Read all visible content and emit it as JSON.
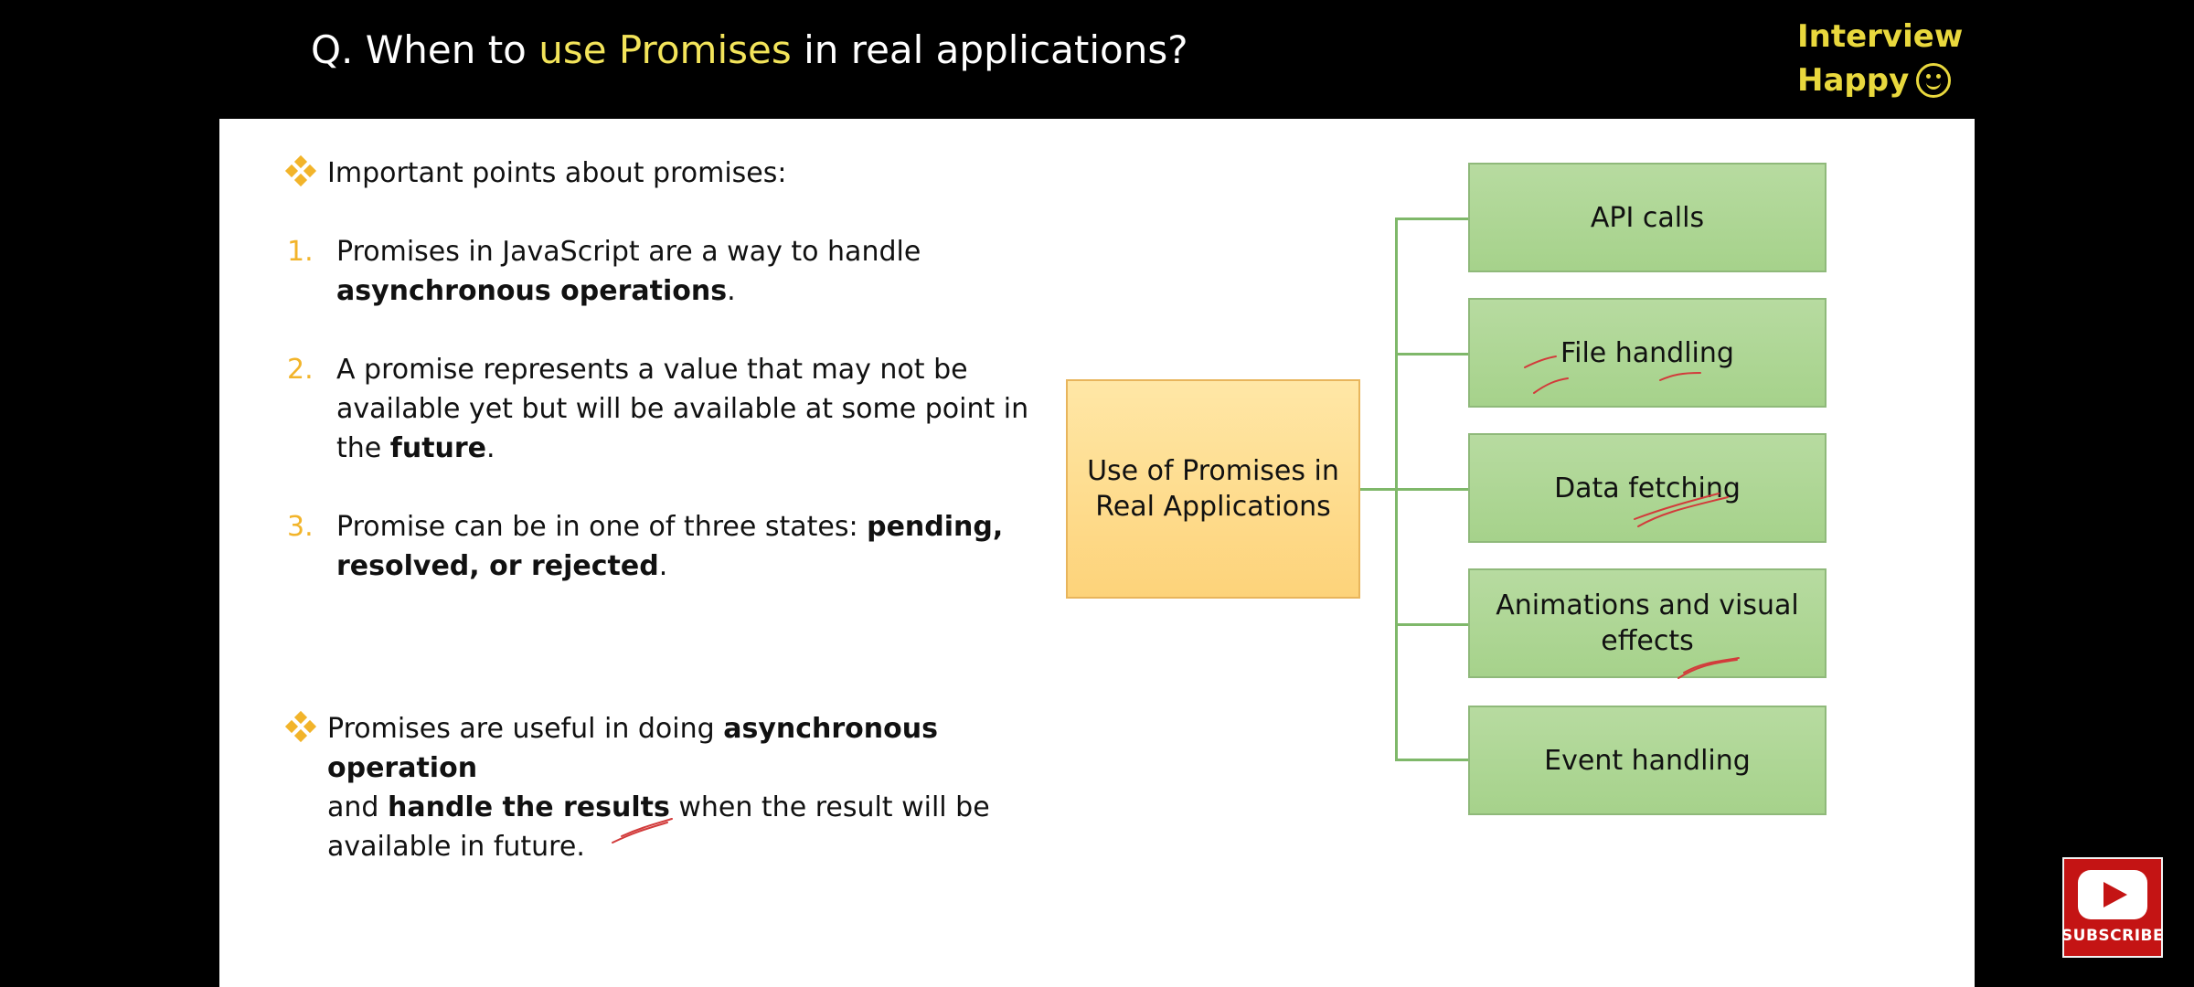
{
  "header": {
    "title_prefix": "Q. When to ",
    "title_highlight": "use Promises",
    "title_suffix": " in real applications?",
    "brand_line1": "Interview",
    "brand_line2": "Happy"
  },
  "left": {
    "intro": "Important points about promises:",
    "points": [
      {
        "num": "1.",
        "pre": "Promises in JavaScript are a way to handle",
        "bold": "asynchronous operations",
        "post": "."
      },
      {
        "num": "2.",
        "pre1": "A promise represents a value that may not be",
        "pre2": "available yet but will be available at some point in",
        "pre3": "the",
        "bold": "future",
        "post": "."
      },
      {
        "num": "3.",
        "pre": "Promise can be in one of three states: ",
        "bold1": "pending,",
        "bold2": "resolved, or rejected",
        "post": "."
      }
    ],
    "summary": {
      "pre": "Promises are useful in doing ",
      "bold1": "asynchronous operation",
      "and": "and ",
      "bold2": "handle the results",
      "mid": " when the result will be",
      "end": "available in future."
    }
  },
  "diagram": {
    "center": "Use of Promises in Real Applications",
    "items": [
      "API calls",
      "File handling",
      "Data fetching",
      "Animations and visual effects",
      "Event handling"
    ]
  },
  "subscribe": {
    "label": "SUBSCRIBE"
  },
  "colors": {
    "highlight": "#f3e45a",
    "accent": "#f2b42a",
    "leaf": "#a6d28b",
    "center": "#fdd37a"
  }
}
